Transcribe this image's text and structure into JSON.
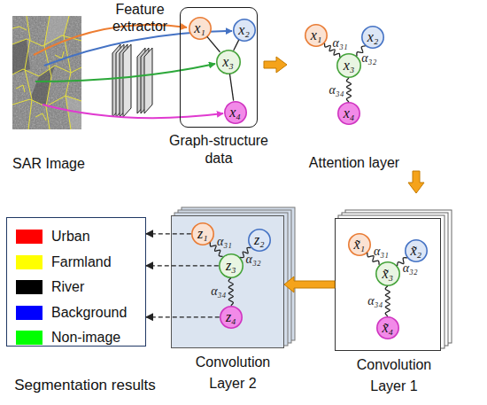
{
  "diagram": {
    "nodes": [
      {
        "text": [
          "Graph-structure data"
        ]
      },
      {
        "text": [
          "x₁"
        ],
        "in": 0
      },
      {
        "text": [
          "x₂"
        ],
        "in": 0
      },
      {
        "text": [
          "x₃"
        ],
        "in": 0
      },
      {
        "text": [
          "x₄"
        ],
        "in": 0
      },
      {
        "text": [
          "x₁"
        ]
      },
      {
        "text": [
          "x₂"
        ]
      },
      {
        "text": [
          "x₃"
        ]
      },
      {
        "text": [
          "x₄"
        ]
      },
      {
        "text": [
          "Convolution Layer 1"
        ]
      },
      {
        "text": [
          "x̃₁"
        ],
        "in": 9
      },
      {
        "text": [
          "x̃₂"
        ],
        "in": 9
      },
      {
        "text": [
          "x̃₃"
        ],
        "in": 9
      },
      {
        "text": [
          "x̃₄"
        ],
        "in": 9
      },
      {
        "text": [
          "Convolution Layer 2"
        ]
      },
      {
        "text": [
          "z₁"
        ],
        "in": 14
      },
      {
        "text": [
          "z₂"
        ],
        "in": 14
      },
      {
        "text": [
          "z₃"
        ],
        "in": 14
      },
      {
        "text": [
          "z₄"
        ],
        "in": 14
      },
      {
        "text": [
          "Segmentation results"
        ]
      }
    ],
    "edges": [
      {
        "from": 1,
        "to": 3,
        "arrow": "none"
      },
      {
        "from": 2,
        "to": 3,
        "arrow": "none"
      },
      {
        "from": 3,
        "to": 4,
        "arrow": "none"
      },
      {
        "from": 5,
        "to": 7,
        "label": "α₃₁",
        "arrow": "none"
      },
      {
        "from": 6,
        "to": 7,
        "label": "α₃₂",
        "arrow": "none"
      },
      {
        "from": 7,
        "to": 8,
        "label": "α₃₄",
        "arrow": "none"
      },
      {
        "from": 10,
        "to": 12,
        "label": "α₃₁",
        "arrow": "none"
      },
      {
        "from": 11,
        "to": 12,
        "label": "α₃₂",
        "arrow": "none"
      },
      {
        "from": 12,
        "to": 13,
        "label": "α₃₄",
        "arrow": "none"
      },
      {
        "from": 9,
        "to": 14,
        "arrow": "to"
      },
      {
        "from": 15,
        "to": 17,
        "label": "α₃₁",
        "arrow": "none"
      },
      {
        "from": 16,
        "to": 17,
        "label": "α₃₂",
        "arrow": "none"
      },
      {
        "from": 17,
        "to": 18,
        "label": "α₃₄",
        "arrow": "none"
      },
      {
        "from": 15,
        "to": 19,
        "arrow": "to"
      },
      {
        "from": 17,
        "to": 19,
        "arrow": "to"
      },
      {
        "from": 18,
        "to": 19,
        "arrow": "to"
      }
    ],
    "labels": [
      "Feature extractor",
      "SAR Image",
      "Attention layer"
    ],
    "legend": [
      {
        "text": "Urban",
        "color": "#ff0000"
      },
      {
        "text": "Farmland",
        "color": "#ffff00"
      },
      {
        "text": "River",
        "color": "#000000"
      },
      {
        "text": "Background",
        "color": "#0000ff"
      },
      {
        "text": "Non-image",
        "color": "#00ff00"
      }
    ]
  }
}
